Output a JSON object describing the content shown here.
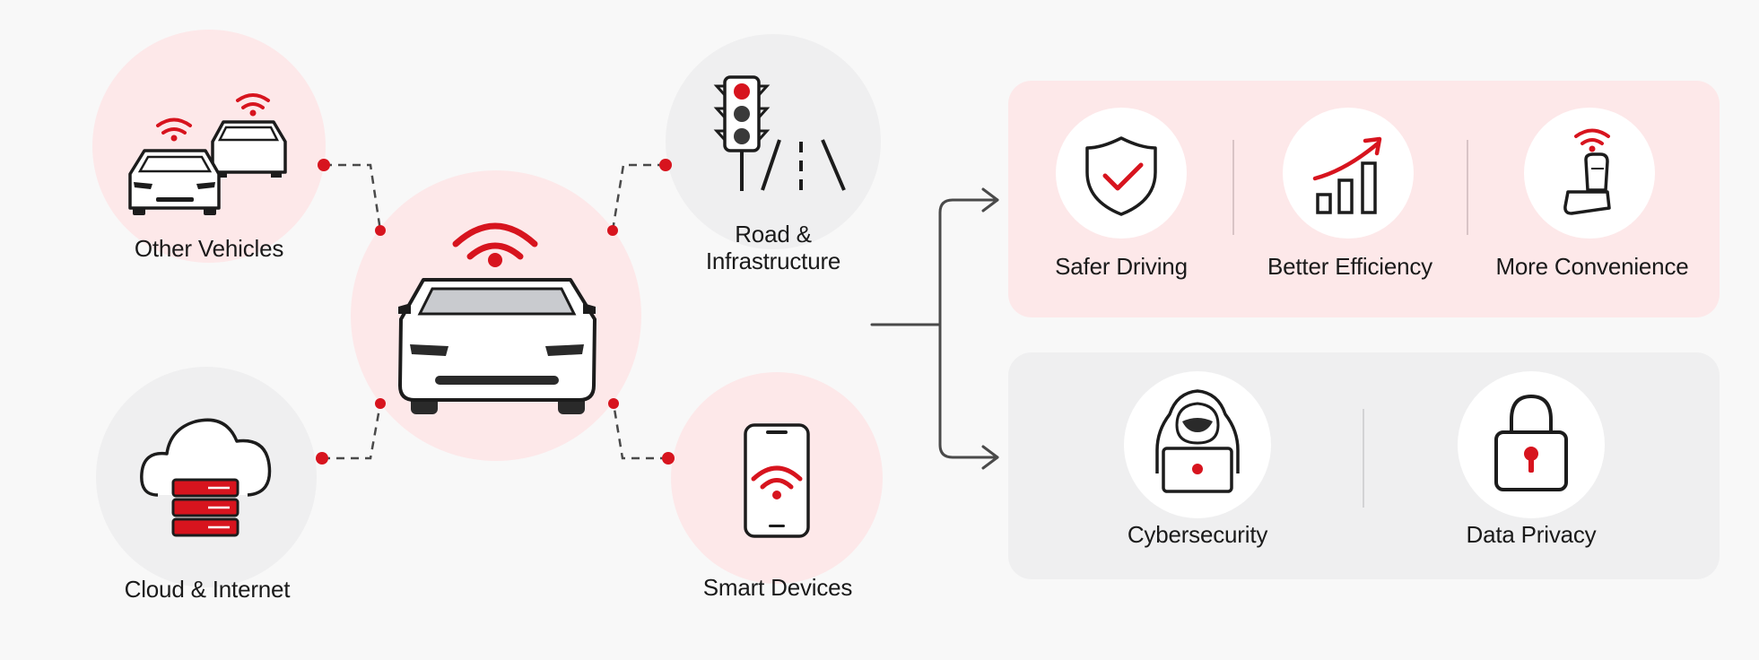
{
  "hub": {
    "label": ""
  },
  "sources": [
    {
      "id": "other-vehicles",
      "label": "Other Vehicles",
      "icon": "two-connected-cars-icon"
    },
    {
      "id": "road-infrastructure",
      "label": "Road &\nInfrastructure",
      "icon": "traffic-light-road-icon"
    },
    {
      "id": "cloud-internet",
      "label": "Cloud & Internet",
      "icon": "cloud-server-icon"
    },
    {
      "id": "smart-devices",
      "label": "Smart Devices",
      "icon": "smartphone-wifi-icon"
    }
  ],
  "benefits": [
    {
      "label": "Safer Driving",
      "icon": "shield-check-icon"
    },
    {
      "label": "Better Efficiency",
      "icon": "rising-bar-chart-icon"
    },
    {
      "label": "More Convenience",
      "icon": "connected-seat-icon"
    }
  ],
  "risks": [
    {
      "label": "Cybersecurity",
      "icon": "hooded-hacker-laptop-icon"
    },
    {
      "label": "Data Privacy",
      "icon": "padlock-icon"
    }
  ],
  "colors": {
    "accent_red": "#d7141e",
    "benefit_panel": "#fde8e9",
    "risk_panel": "#efeff0",
    "outline": "#1c1c1c",
    "connector": "#4a4a4a"
  }
}
